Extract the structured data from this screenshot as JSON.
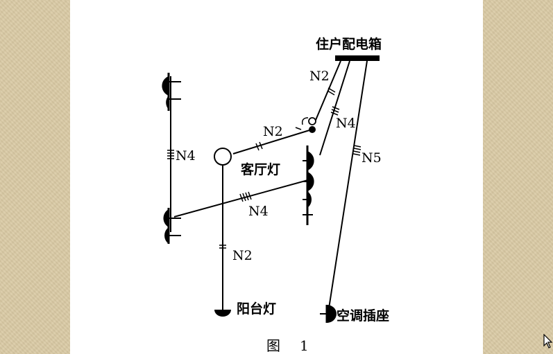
{
  "labels": {
    "distribution_box": "住户配电箱",
    "living_room_light": "客厅灯",
    "balcony_light": "阳台灯",
    "ac_socket": "空调插座",
    "wire_box_switch": "N2",
    "wire_to_sockets": "N4",
    "wire_to_ac": "N5",
    "wire_switch_light": "N2",
    "wire_left_vertical": "N4",
    "wire_cross": "N4",
    "wire_light_balcony": "N2"
  },
  "caption": {
    "fig": "图",
    "num": "1"
  }
}
